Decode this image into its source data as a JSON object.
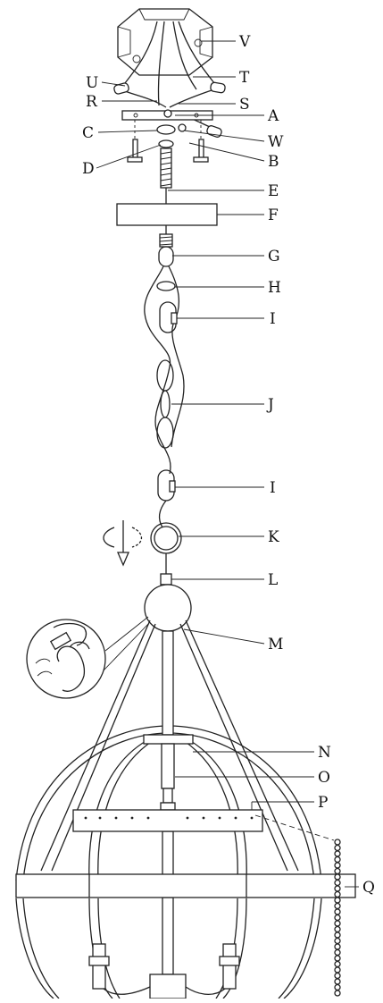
{
  "labels": {
    "A": "A",
    "B": "B",
    "C": "C",
    "D": "D",
    "E": "E",
    "F": "F",
    "G": "G",
    "H": "H",
    "I": "I",
    "I2": "I",
    "J": "J",
    "K": "K",
    "L": "L",
    "M": "M",
    "N": "N",
    "O": "O",
    "P": "P",
    "Q": "Q",
    "R": "R",
    "S": "S",
    "T": "T",
    "U": "U",
    "V": "V",
    "W": "W"
  }
}
